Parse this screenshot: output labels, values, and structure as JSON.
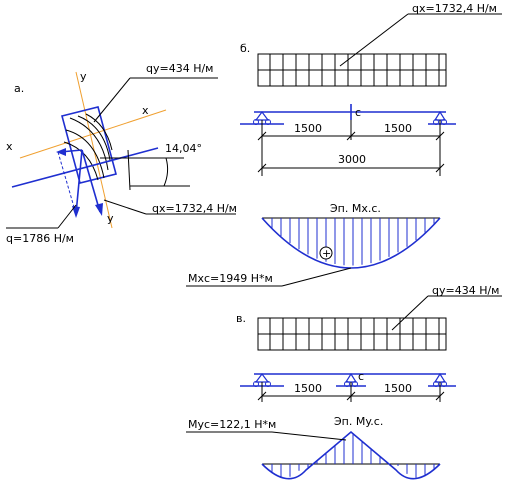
{
  "part_a": {
    "label": "а.",
    "axis_y_top": "y",
    "axis_x_right": "x",
    "axis_x_left": "x",
    "axis_y_bottom": "y",
    "qy_load": "qy=434 Н/м",
    "angle": "14,04°",
    "qx_load": "qx=1732,4 Н/м",
    "q_load": "q=1786 Н/м"
  },
  "part_b": {
    "label": "б.",
    "load": "qx=1732,4 Н/м",
    "span_left": "1500",
    "span_right": "1500",
    "total": "3000",
    "point": "c",
    "diagram_title": "Эп. Mх.с.",
    "sign": "+",
    "moment": "Mхс=1949 Н*м"
  },
  "part_v": {
    "label": "в.",
    "load": "qy=434 Н/м",
    "span_left": "1500",
    "span_right": "1500",
    "point": "c",
    "diagram_title": "Эп. My.c.",
    "moment": "Myc=122,1 Н*м"
  },
  "colors": {
    "beam": "#1f2fd0",
    "line": "#000000",
    "axis": "#f0a030"
  }
}
